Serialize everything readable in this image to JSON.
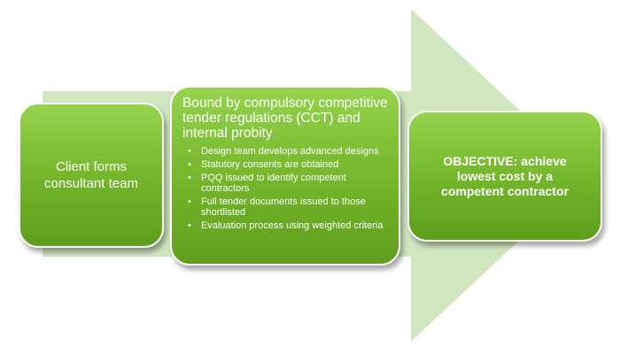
{
  "colors": {
    "arrow_fill": "#cfe6bf",
    "box_fill_top": "#96d34e",
    "box_fill_bottom": "#5f9e1c",
    "box_border": "#ffffff",
    "text": "#ffffff"
  },
  "steps": {
    "client": {
      "text": "Client forms consultant team"
    },
    "process": {
      "heading": "Bound by compulsory competitive tender regulations (CCT) and internal probity",
      "bullets": [
        "Design team develops advanced designs",
        "Statutory consents are obtained",
        "PQQ issued to identify competent contractors",
        "Full tender documents issued to those shortlisted",
        "Evaluation process using weighted criteria"
      ]
    },
    "objective": {
      "text": "OBJECTIVE: achieve lowest cost by a competent contractor"
    }
  }
}
